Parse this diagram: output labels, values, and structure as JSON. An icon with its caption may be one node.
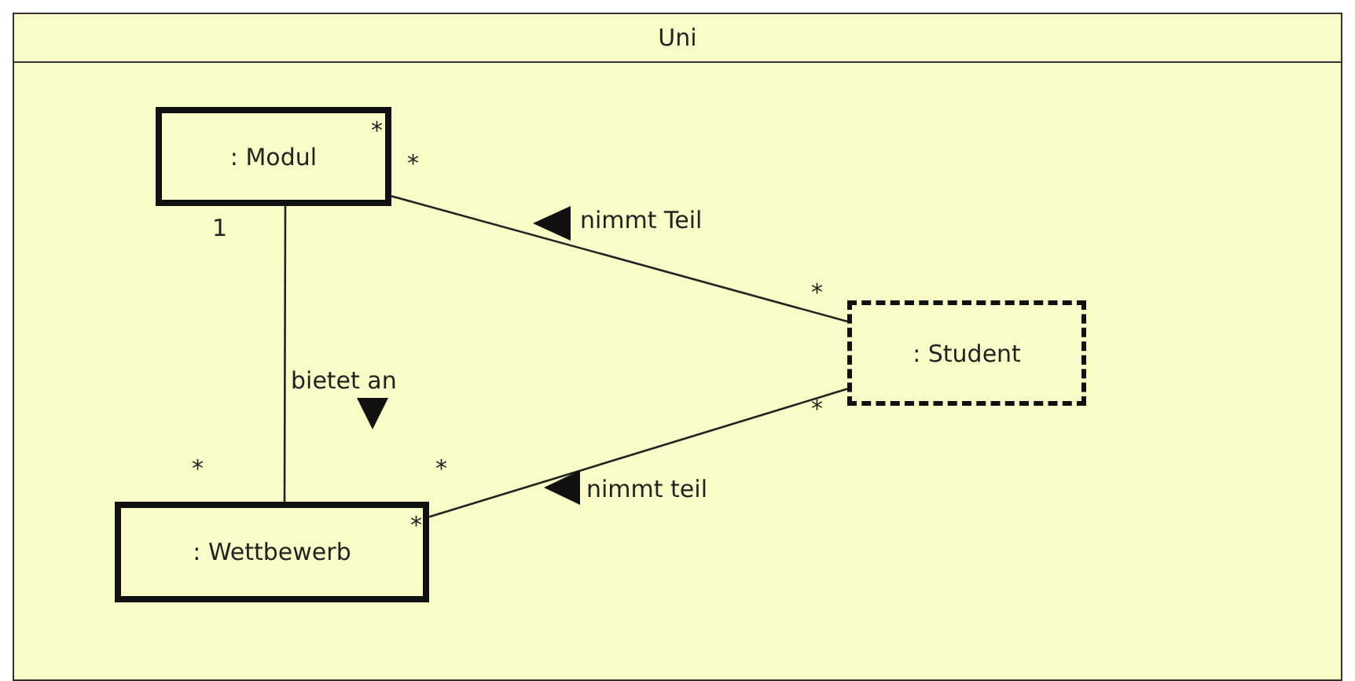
{
  "diagram": {
    "nodes": [
      {
        "text": [
          "Uni"
        ]
      },
      {
        "text": [
          ": Modul",
          "*"
        ],
        "in": 0
      },
      {
        "text": [
          ": Student"
        ],
        "in": 0
      },
      {
        "text": [
          ": Wettbewerb",
          "*"
        ],
        "in": 0
      }
    ],
    "edges": [
      {
        "from": 1,
        "to": 2,
        "arrow": "none",
        "label": "nimmt Teil"
      },
      {
        "from": 1,
        "to": 3,
        "arrow": "none",
        "label": "bietet an"
      },
      {
        "from": 3,
        "to": 2,
        "arrow": "none",
        "label": "nimmt teil"
      }
    ],
    "labels": [
      "*",
      "1",
      "*",
      "*",
      "*",
      "*"
    ]
  }
}
